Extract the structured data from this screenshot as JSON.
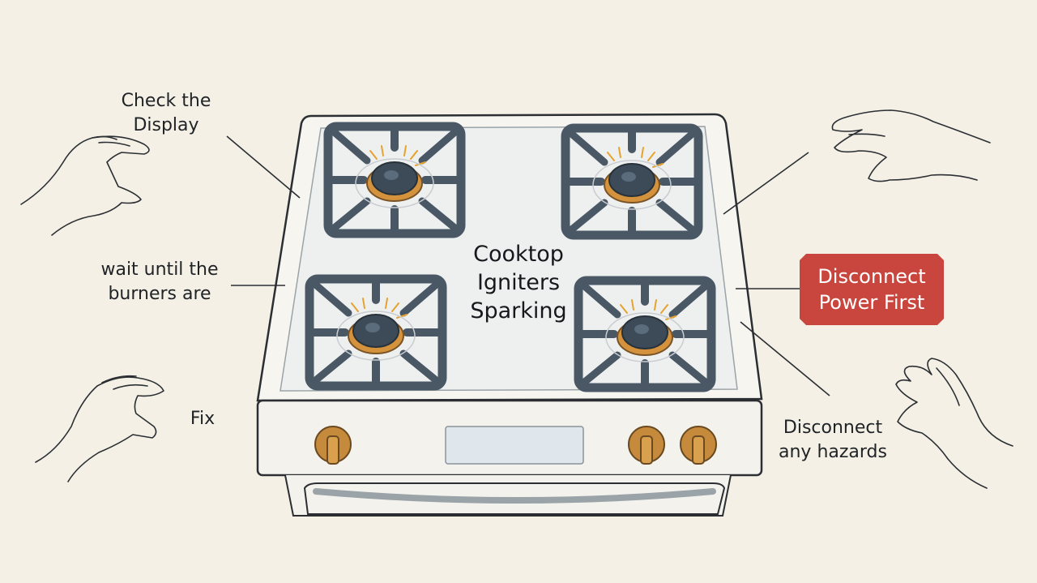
{
  "labels": {
    "check_display": "Check the\nDisplay",
    "wait_burners": "wait until the\nburners are",
    "fix": "Fix",
    "disconnect_hazards": "Disconnect\nany hazards"
  },
  "center_title": "Cooktop\nIgniters\nSparking",
  "warning_box": "Disconnect\nPower First",
  "colors": {
    "background": "#f4f0e6",
    "warning": "#c8463e",
    "grate": "#4a5866",
    "knob": "#c68a3c",
    "outline": "#2b2f33"
  },
  "icons": [
    "hand-icon",
    "burner-icon",
    "knob-icon",
    "spark-icon"
  ]
}
